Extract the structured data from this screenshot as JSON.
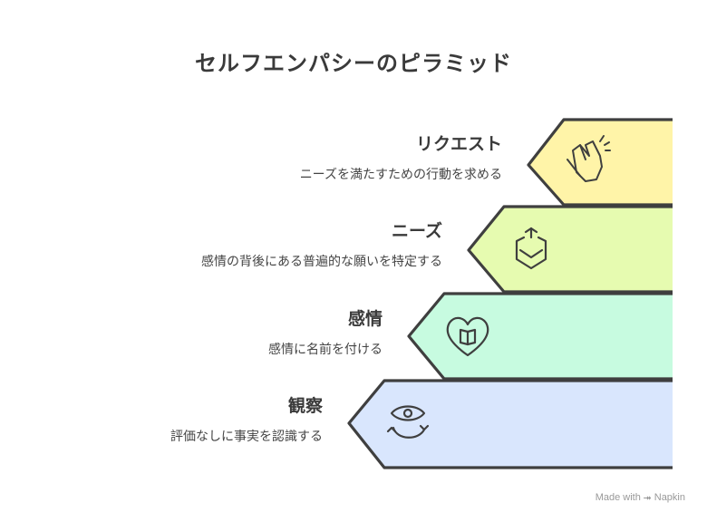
{
  "title": "セルフエンパシーのピラミッド",
  "levels": [
    {
      "title": "リクエスト",
      "description": "ニーズを満たすための行動を求める",
      "icon": "clapping-hands-icon",
      "color": "#fff4a8"
    },
    {
      "title": "ニーズ",
      "description": "感情の背後にある普遍的な願いを特定する",
      "icon": "cube-icon",
      "color": "#e6fbb0"
    },
    {
      "title": "感情",
      "description": "感情に名前を付ける",
      "icon": "heart-book-icon",
      "color": "#c7fbe0"
    },
    {
      "title": "観察",
      "description": "評価なしに事実を認識する",
      "icon": "eye-cycle-icon",
      "color": "#d9e6fd"
    }
  ],
  "credit": "Made with ⯮ Napkin"
}
